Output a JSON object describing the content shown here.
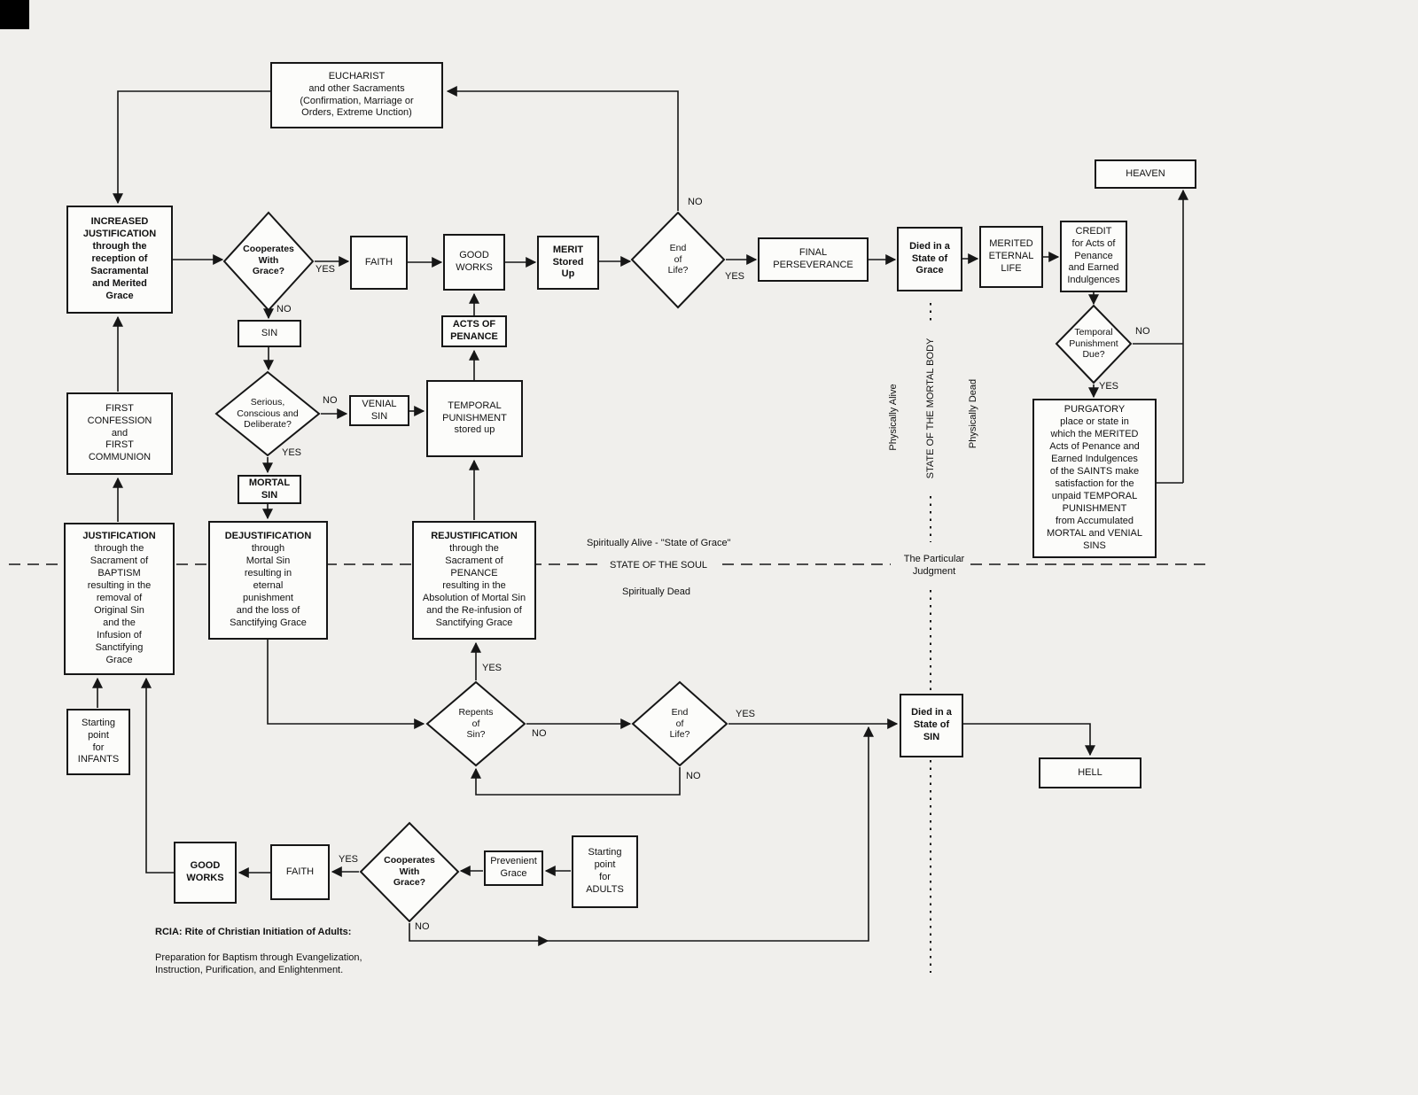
{
  "edge_labels": {
    "yes": "YES",
    "no": "NO"
  },
  "nodes": {
    "eucharist": {
      "title": "EUCHARIST",
      "body": "and other Sacraments\n(Confirmation, Marriage or\nOrders, Extreme Unction)"
    },
    "heaven": {
      "title": "HEAVEN"
    },
    "increased_justification": {
      "title": "INCREASED\nJUSTIFICATION\nthrough the\nreception of\nSacramental\nand Merited\nGrace"
    },
    "faith_top": {
      "title": "FAITH"
    },
    "good_works_top": {
      "title": "GOOD\nWORKS"
    },
    "merit": {
      "title": "MERIT\nStored\nUp"
    },
    "final_perseverance": {
      "title": "FINAL\nPERSEVERANCE"
    },
    "died_state_grace": {
      "title": "Died in a\nState of\nGrace"
    },
    "merited_eternal_life": {
      "title": "MERITED\nETERNAL\nLIFE"
    },
    "credit": {
      "title": "CREDIT",
      "body": "for Acts of\nPenance\nand Earned\nIndulgences"
    },
    "purgatory": {
      "title": "PURGATORY",
      "body": "place or state in\nwhich the MERITED\nActs of Penance and\nEarned Indulgences\nof the SAINTS make\nsatisfaction for the\nunpaid TEMPORAL\nPUNISHMENT\nfrom Accumulated\nMORTAL and VENIAL\nSINS"
    },
    "sin": {
      "title": "SIN"
    },
    "venial_sin": {
      "title": "VENIAL\nSIN"
    },
    "mortal_sin": {
      "title": "MORTAL\nSIN"
    },
    "acts_of_penance": {
      "title": "ACTS OF\nPENANCE"
    },
    "temporal_punishment": {
      "title": "TEMPORAL\nPUNISHMENT\nstored up"
    },
    "first_confession": {
      "title": "FIRST\nCONFESSION\nand\nFIRST\nCOMMUNION"
    },
    "justification": {
      "title": "JUSTIFICATION",
      "body": "through the\nSacrament of\nBAPTISM\nresulting in the\nremoval of\nOriginal Sin\nand the\nInfusion of\nSanctifying\nGrace"
    },
    "dejustification": {
      "title": "DEJUSTIFICATION",
      "body": "through\nMortal Sin\nresulting in\neternal\npunishment\nand the loss of\nSanctifying Grace"
    },
    "rejustification": {
      "title": "REJUSTIFICATION",
      "body": "through the\nSacrament of\nPENANCE\nresulting in the\nAbsolution of Mortal Sin\nand the Re-infusion of\nSanctifying Grace"
    },
    "starting_infants": {
      "title": "Starting\npoint\nfor\nINFANTS"
    },
    "died_state_sin": {
      "title": "Died in a\nState of\nSIN"
    },
    "hell": {
      "title": "HELL"
    },
    "good_works_bottom": {
      "title": "GOOD\nWORKS"
    },
    "faith_bottom": {
      "title": "FAITH"
    },
    "prevenient_grace": {
      "title": "Prevenient\nGrace"
    },
    "starting_adults": {
      "title": "Starting\npoint\nfor\nADULTS"
    }
  },
  "diamonds": {
    "cooperates_grace_top": {
      "label": "Cooperates\nWith\nGrace?"
    },
    "end_of_life_top": {
      "label": "End\nof\nLife?"
    },
    "serious_sin": {
      "label": "Serious,\nConscious and\nDeliberate?"
    },
    "temporal_punishment_due": {
      "label": "Temporal\nPunishment\nDue?"
    },
    "repents_of_sin": {
      "label": "Repents\nof\nSin?"
    },
    "end_of_life_bottom": {
      "label": "End\nof\nLife?"
    },
    "cooperates_grace_bottom": {
      "label": "Cooperates\nWith\nGrace?"
    }
  },
  "annotations": {
    "spiritually_alive": "Spiritually Alive - \"State of Grace\"",
    "state_of_soul": "STATE OF THE SOUL",
    "spiritually_dead": "Spiritually Dead",
    "particular_judgment": "The Particular\nJudgment",
    "physically_alive": "Physically Alive",
    "state_of_mortal_body": "STATE OF THE MORTAL BODY",
    "physically_dead": "Physically Dead",
    "rcia_title": "RCIA: Rite of Christian Initiation of Adults:",
    "rcia_body": "Preparation for Baptism through Evangelization,\nInstruction, Purification, and Enlightenment."
  }
}
